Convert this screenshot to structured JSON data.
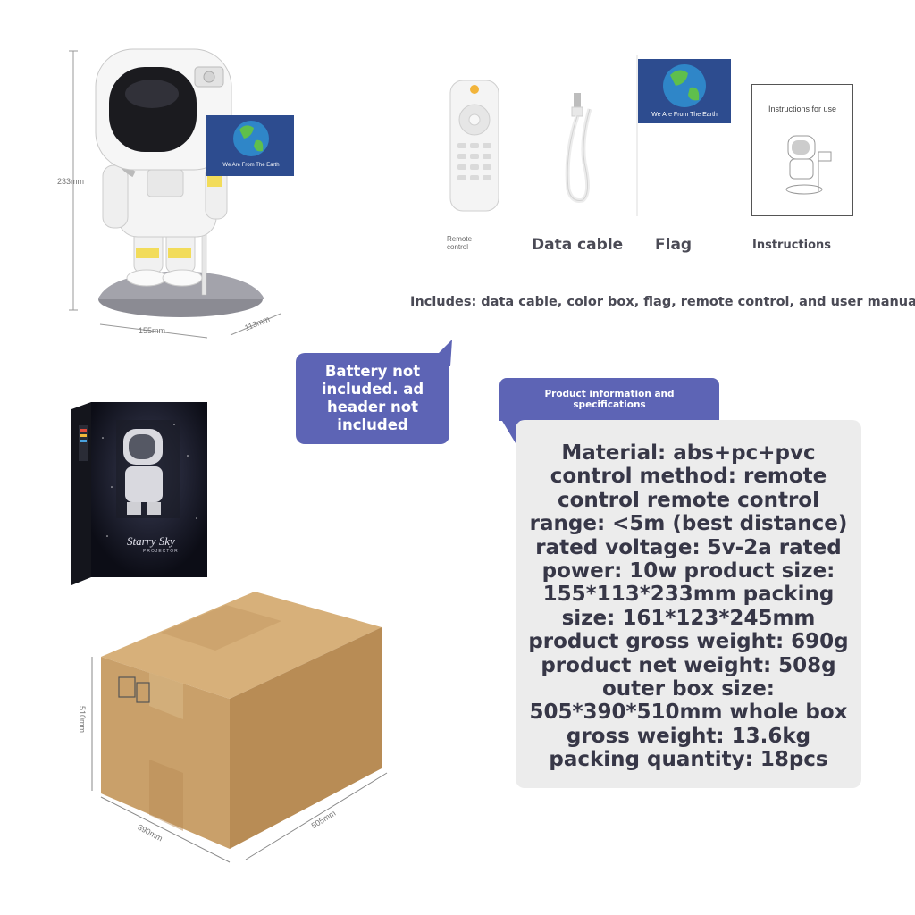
{
  "astronaut": {
    "height_label": "233mm",
    "width_label": "155mm",
    "depth_label": "113mm",
    "flag_text": "We Are From The Earth"
  },
  "accessories": {
    "remote_label": "Remote control",
    "cable_label": "Data cable",
    "flag_label": "Flag",
    "flag_text": "We Are From The Earth",
    "manual_title": "Instructions for use",
    "manual_label": "Instructions"
  },
  "includes_text": "Includes: data cable, color box, flag, remote control, and user manual",
  "battery_note": "Battery not included. ad header not included",
  "specs": {
    "header": "Product information and specifications",
    "lines": [
      "Material: abs+pc+pvc",
      "control method: remote",
      "control remote control",
      "range: <5m (best distance)",
      "rated voltage: 5v-2a rated",
      "power: 10w product size:",
      "155*113*233mm packing",
      "size: 161*123*245mm",
      "product gross weight: 690g",
      "product net weight: 508g",
      "outer box size:",
      "505*390*510mm whole box",
      "gross weight: 13.6kg",
      "packing quantity: 18pcs"
    ]
  },
  "color_box": {
    "brand": "Starry Sky",
    "sub": "PROJECTOR"
  },
  "carton": {
    "height_label": "510mm",
    "width_label": "390mm",
    "depth_label": "505mm"
  },
  "colors": {
    "accent": "#5d64b5",
    "card": "#ececec",
    "carton": "#c9a06a"
  }
}
